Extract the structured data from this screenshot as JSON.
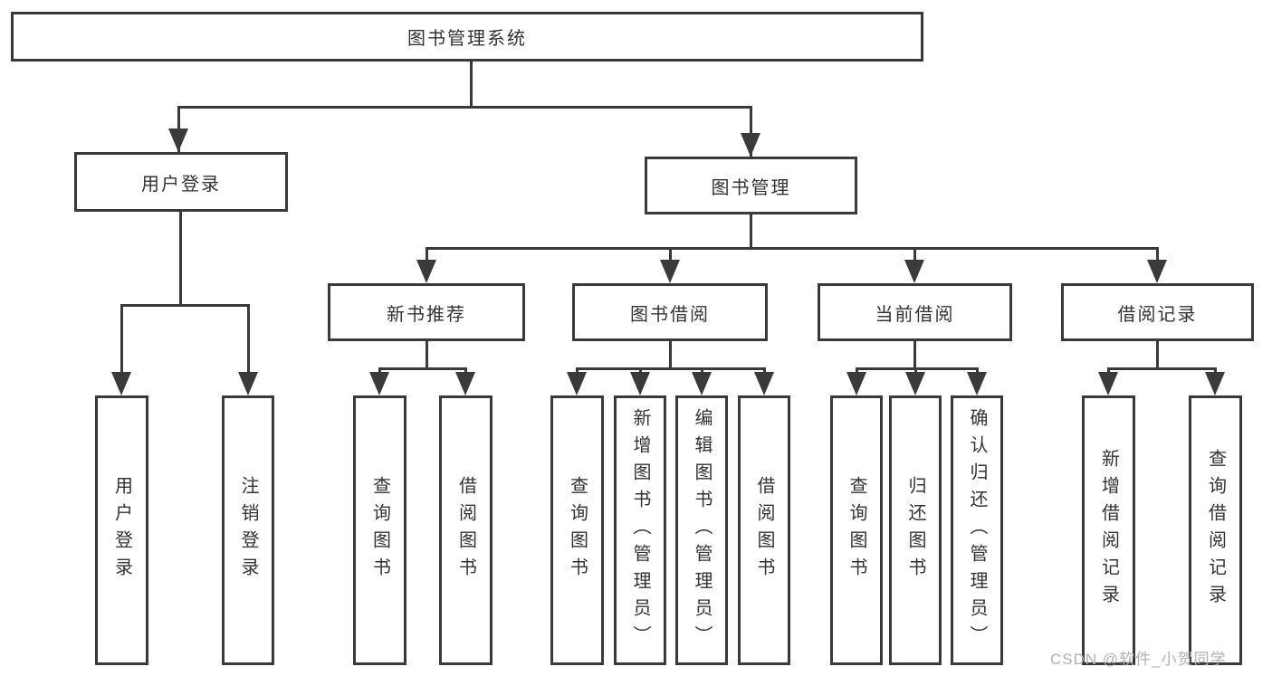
{
  "diagram": {
    "type": "tree",
    "root": {
      "label": "图书管理系统"
    },
    "level2": [
      {
        "label": "用户登录",
        "children": [
          {
            "label": "用户登录"
          },
          {
            "label": "注销登录"
          }
        ]
      },
      {
        "label": "图书管理",
        "children": [
          {
            "label": "新书推荐",
            "children": [
              {
                "label": "查询图书"
              },
              {
                "label": "借阅图书"
              }
            ]
          },
          {
            "label": "图书借阅",
            "children": [
              {
                "label": "查询图书"
              },
              {
                "label": "新增图书（管理员）"
              },
              {
                "label": "编辑图书（管理员）"
              },
              {
                "label": "借阅图书"
              }
            ]
          },
          {
            "label": "当前借阅",
            "children": [
              {
                "label": "查询图书"
              },
              {
                "label": "归还图书"
              },
              {
                "label": "确认归还（管理员）"
              }
            ]
          },
          {
            "label": "借阅记录",
            "children": [
              {
                "label": "新增借阅记录"
              },
              {
                "label": "查询借阅记录"
              }
            ]
          }
        ]
      }
    ]
  },
  "watermark": "CSDN @软件_小贺同学",
  "colors": {
    "line": "#3a3a3a",
    "text": "#333333",
    "watermark": "#b3b0b0",
    "background": "#ffffff"
  }
}
